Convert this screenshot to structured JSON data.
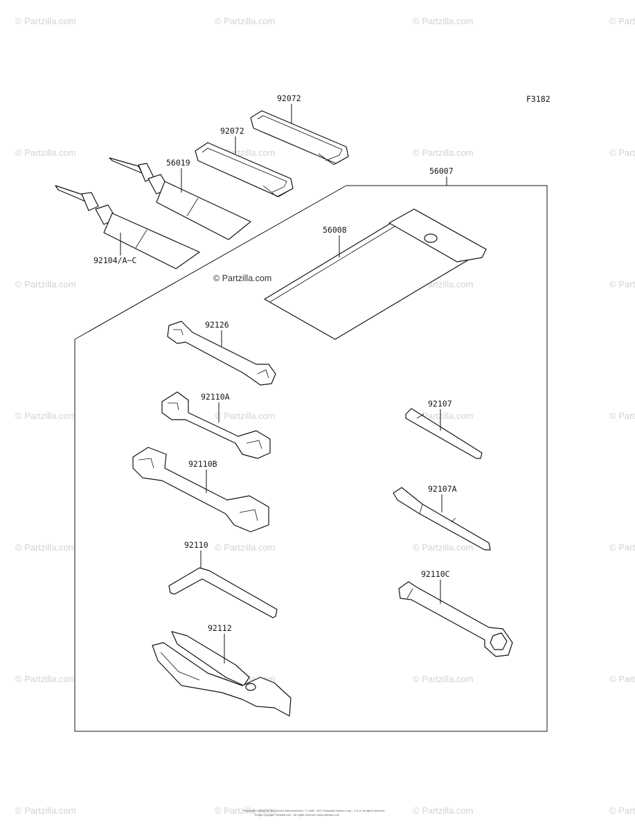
{
  "figure_code": "F3182",
  "watermark": "© Partzilla.com",
  "parts": {
    "strap_upper": "92072",
    "strap_lower": "92072",
    "tube_upper": "56019",
    "tube_lower": "92104/A~C",
    "tool_case": "56007",
    "case_bag": "56008",
    "wrench_a": "92126",
    "wrench_b": "92110A",
    "wrench_c": "92110B",
    "hex_key": "92110",
    "pliers": "92112",
    "screwdriver_handle": "92107",
    "screwdriver_bit": "92107A",
    "socket_wrench": "92110C"
  },
  "footer": {
    "line1": "Kawasaki material is reproduced with permission. © 1988 - 2017 Kawasaki Motors Corp., U.S.A. All rights reserved.",
    "line2": "Image copyright Partzilla.com - All rights reserved. www.partzilla.com"
  }
}
